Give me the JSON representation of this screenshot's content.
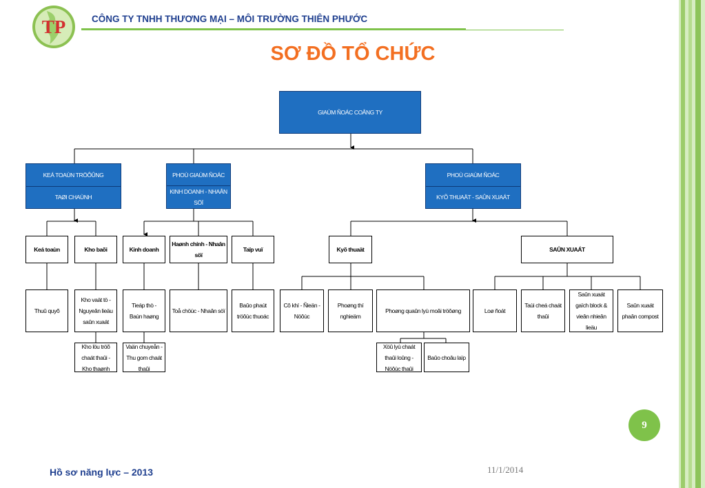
{
  "header": {
    "logo_text": "TP",
    "company": "CÔNG TY TNHH THƯƠNG MẠI – MÔI TRƯỜNG THIÊN PHƯỚC",
    "title": "SƠ ĐỒ TỔ CHỨC"
  },
  "colors": {
    "accent_green": "#7fc24a",
    "title_orange": "#f36f21",
    "node_blue": "#1f6fc1",
    "header_navy": "#1f3f8f"
  },
  "org": {
    "director": "GIAÙM ÑOÁC COÂNG TY",
    "accountant": {
      "line1": "KEÁ TOAÙN TRÖÔÛNG",
      "line2": "TAØI CHAÙNH"
    },
    "deputy_business": {
      "line1": "PHOÙ GIAÙM ÑOÁC",
      "line2": "KINH DOANH - NHAÂN SÖÏ"
    },
    "deputy_technical": {
      "line1": "PHOÙ GIAÙM ÑOÁC",
      "line2": "KYÕ THUAÄT - SAÛN XUAÁT"
    },
    "accounting": "Keá toaùn",
    "warehouse": "Kho baõi",
    "sales": "Kinh doanh",
    "admin_hr": "Haønh chính - Nhaân söï",
    "general_affairs": "Taïp vuï",
    "technical": "Kyõ thuaät",
    "production": "SAÛN XUAÁT",
    "treasurer": "Thuû quyõ",
    "raw_material_store": "Kho vaät tö - Nguyeân lieäu saûn xuaát",
    "waste_storage": "Kho löu tröõ chaát thaûi - Kho thaønh",
    "marketing": "Tieáp thò - Baùn haøng",
    "transport": "Vaän chuyeån - Thu gom chaát thaûi",
    "hr_team": "Toå chöùc - Nhaân söï",
    "security": "Baûo phaùt tröôùc thuoác",
    "mechanical": "Cô khí - Ñieän - Nöôùc",
    "lab": "Phoøng thí nghieäm",
    "env_monitoring": "Phoøng quaûn lyù moâi tröôøng",
    "wastewater": "Xöû lyù chaát thaûi loûng - Nöôùc thaûi",
    "furnace": "Baûo choâu laïp",
    "incinerator": "Loø ñoát",
    "recycling": "Taùi cheá chaát thaûi",
    "brick_production": "Saûn xuaát gaïch block & vieân nhieân lieäu",
    "compost": "Saûn xuaát phaân compost"
  },
  "slide_number": "9",
  "footer": "Hồ sơ năng lực – 2013",
  "date": "11/1/2014"
}
